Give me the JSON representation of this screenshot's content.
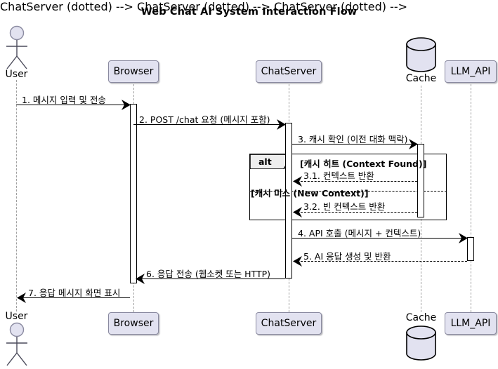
{
  "title": "Web Chat AI System Interaction Flow",
  "colors": {
    "participant_fill": "#E2E2F0",
    "participant_border": "#8A8AA0",
    "fragment_tab_fill": "#EEEEEE",
    "lifeline": "#A0A0A0",
    "line": "#000000",
    "background": "#FFFFFF"
  },
  "participants": [
    {
      "id": "user",
      "name": "User",
      "type": "actor"
    },
    {
      "id": "browser",
      "name": "Browser",
      "type": "participant"
    },
    {
      "id": "chatserver",
      "name": "ChatServer",
      "type": "participant"
    },
    {
      "id": "cache",
      "name": "Cache",
      "type": "database"
    },
    {
      "id": "llm_api",
      "name": "LLM_API",
      "type": "participant"
    }
  ],
  "messages": [
    {
      "n": "1",
      "label": "1. 메시지 입력 및 전송",
      "from": "user",
      "to": "browser",
      "style": "solid"
    },
    {
      "n": "2",
      "label": "2. POST /chat 요청 (메시지 포함)",
      "from": "browser",
      "to": "chatserver",
      "style": "solid"
    },
    {
      "n": "3",
      "label": "3. 캐시 확인 (이전 대화 맥락)",
      "from": "chatserver",
      "to": "cache",
      "style": "solid"
    },
    {
      "n": "3.1",
      "label": "3.1. 컨텍스트 반환",
      "from": "cache",
      "to": "chatserver",
      "style": "dotted"
    },
    {
      "n": "3.2",
      "label": "3.2. 빈 컨텍스트 반환",
      "from": "cache",
      "to": "chatserver",
      "style": "dotted"
    },
    {
      "n": "4",
      "label": "4. API 호출 (메시지 + 컨텍스트)",
      "from": "chatserver",
      "to": "llm_api",
      "style": "solid"
    },
    {
      "n": "5",
      "label": "5. AI 응답 생성 및 반환",
      "from": "llm_api",
      "to": "chatserver",
      "style": "dotted"
    },
    {
      "n": "6",
      "label": "6. 응답 전송 (웹소켓 또는 HTTP)",
      "from": "chatserver",
      "to": "browser",
      "style": "solid"
    },
    {
      "n": "7",
      "label": "7. 응답 메시지 화면 표시",
      "from": "browser",
      "to": "user",
      "style": "solid"
    }
  ],
  "fragment": {
    "type": "alt",
    "tab_label": "alt",
    "branches": [
      {
        "guard": "[캐시 히트 (Context Found)]"
      },
      {
        "guard": "[캐시 미스 (New Context)]"
      }
    ]
  }
}
